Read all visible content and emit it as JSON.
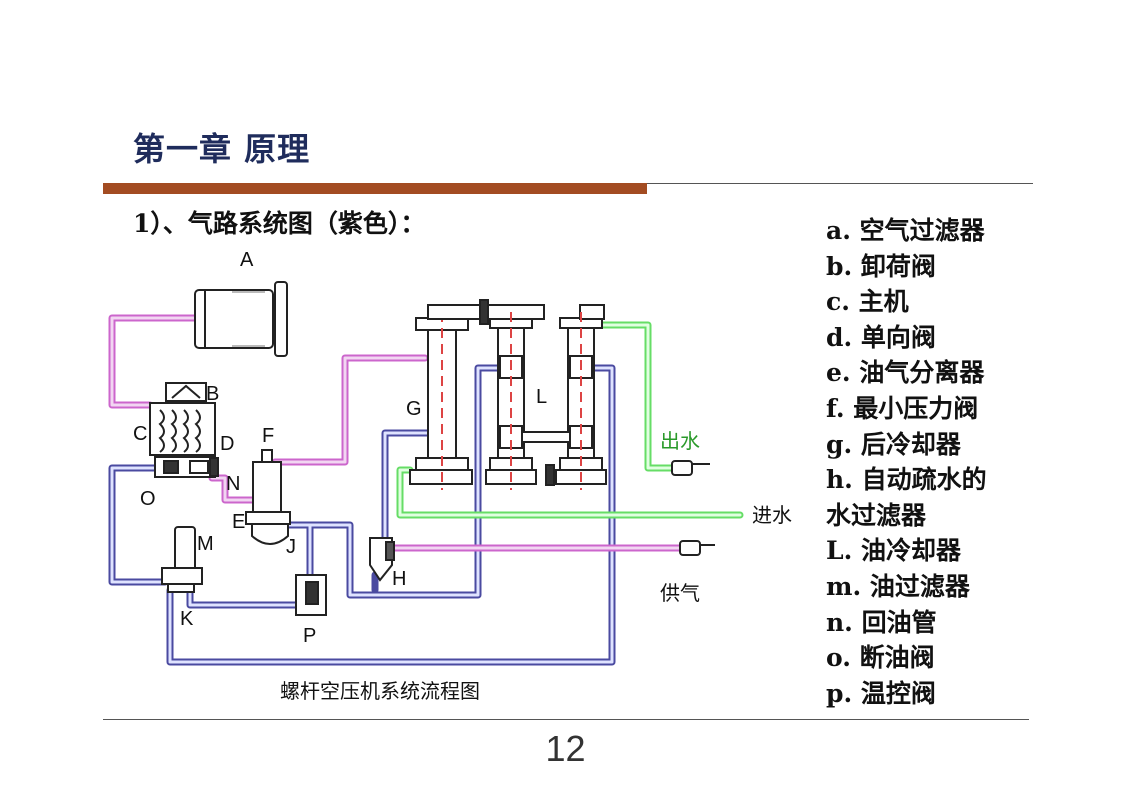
{
  "header": {
    "title": "第一章 原理"
  },
  "section": {
    "subtitle": "1）、气路系统图（紫色）："
  },
  "diagram": {
    "caption": "螺杆空压机系统流程图",
    "labels": {
      "A": "A",
      "B": "B",
      "C": "C",
      "D": "D",
      "E": "E",
      "F": "F",
      "G": "G",
      "H": "H",
      "J": "J",
      "K": "K",
      "L": "L",
      "M": "M",
      "N": "N",
      "O": "O",
      "P": "P"
    },
    "io": {
      "water_out": "出水",
      "water_in": "进水",
      "air_supply": "供气"
    },
    "colors": {
      "air": "#cc66cc",
      "oil": "#4a4aa0",
      "water": "#66dd66",
      "pipe_red": "#d44"
    }
  },
  "legend": [
    "a. 空气过滤器",
    "b. 卸荷阀",
    "c. 主机",
    "d. 单向阀",
    "e. 油气分离器",
    "f. 最小压力阀",
    "g. 后冷却器",
    "h. 自动疏水的",
    "水过滤器",
    "L. 油冷却器",
    "m. 油过滤器",
    "n. 回油管",
    "o. 断油阀",
    "p. 温控阀"
  ],
  "footer": {
    "page_number": "12"
  }
}
